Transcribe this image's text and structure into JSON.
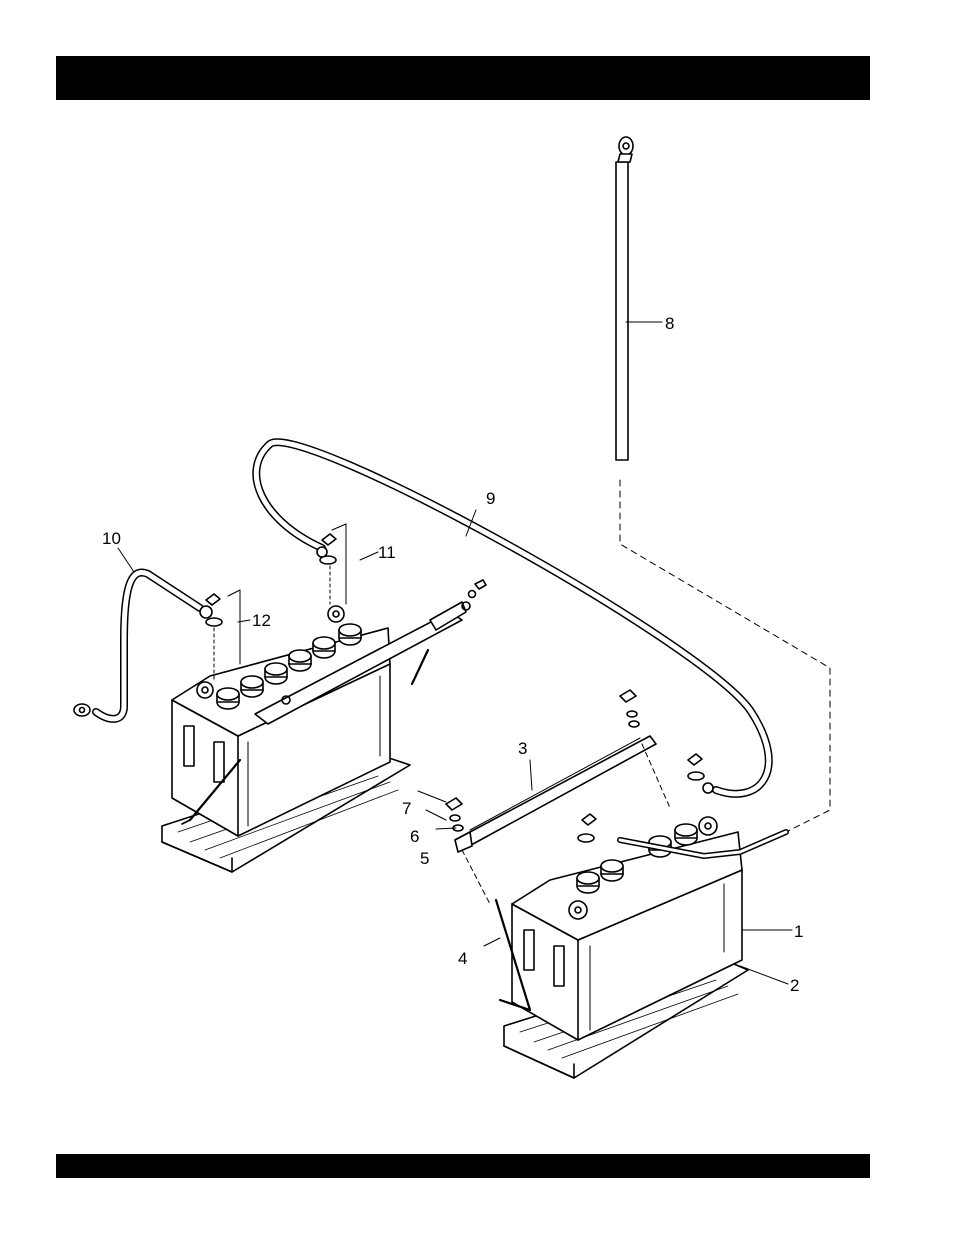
{
  "header": {
    "title": ""
  },
  "footer": {
    "text": ""
  },
  "callouts": [
    {
      "id": "1",
      "label": "1"
    },
    {
      "id": "2",
      "label": "2"
    },
    {
      "id": "3",
      "label": "3"
    },
    {
      "id": "4",
      "label": "4"
    },
    {
      "id": "5",
      "label": "5"
    },
    {
      "id": "6",
      "label": "6"
    },
    {
      "id": "7",
      "label": "7"
    },
    {
      "id": "8",
      "label": "8"
    },
    {
      "id": "9",
      "label": "9"
    },
    {
      "id": "10",
      "label": "10"
    },
    {
      "id": "11",
      "label": "11"
    },
    {
      "id": "12",
      "label": "12"
    }
  ]
}
